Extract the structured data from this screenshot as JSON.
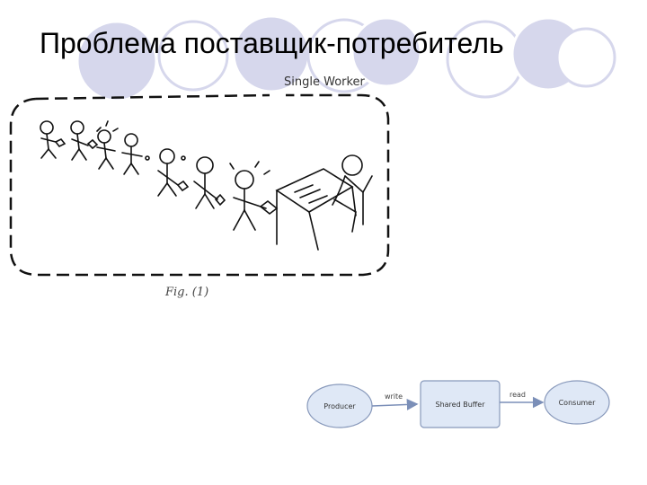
{
  "slide": {
    "title": "Проблема поставщик-потребитель"
  },
  "figure": {
    "label": "Single Worker",
    "caption": "Fig. (1)"
  },
  "flow": {
    "nodes": [
      {
        "id": "producer",
        "label": "Producer"
      },
      {
        "id": "buffer",
        "label": "Shared Buffer"
      },
      {
        "id": "consumer",
        "label": "Consumer"
      }
    ],
    "edges": [
      {
        "from": "producer",
        "to": "buffer",
        "label": "write"
      },
      {
        "from": "buffer",
        "to": "consumer",
        "label": "read"
      }
    ]
  },
  "colors": {
    "decor_circle": "#d6d7ec",
    "node_fill": "#dfe8f6",
    "node_stroke": "#8899bb",
    "arrow": "#7b8fb8"
  }
}
